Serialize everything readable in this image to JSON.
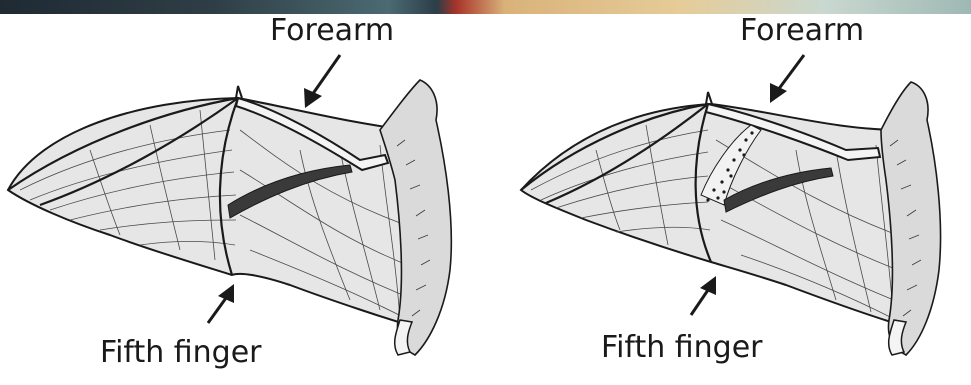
{
  "figure": {
    "colors": {
      "ink": "#1a1a1a",
      "membrane": "#e6e6e6",
      "bone": "#f4f4f4",
      "muscle": "#3a3a3a",
      "fur": "#dadada"
    },
    "panels": [
      {
        "forearm_label": "Forearm",
        "fifth_finger_label": "Fifth finger"
      },
      {
        "forearm_label": "Forearm",
        "fifth_finger_label": "Fifth finger"
      }
    ]
  }
}
